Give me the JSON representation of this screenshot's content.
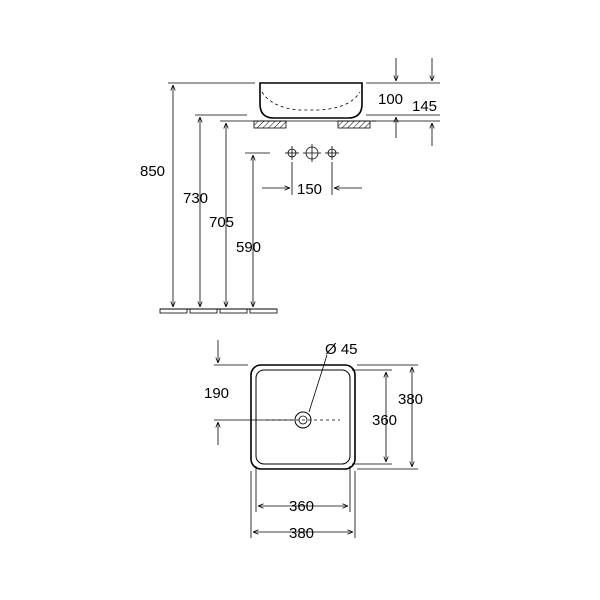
{
  "side_view": {
    "height_850": "850",
    "height_730": "730",
    "height_705": "705",
    "height_590": "590",
    "bowl_height_100": "100",
    "total_145": "145",
    "tap_spacing_150": "150"
  },
  "top_view": {
    "drain_diameter": "Ø 45",
    "drain_offset_190": "190",
    "inner_depth_360": "360",
    "outer_depth_380": "380",
    "inner_width_360": "360",
    "outer_width_380": "380"
  }
}
